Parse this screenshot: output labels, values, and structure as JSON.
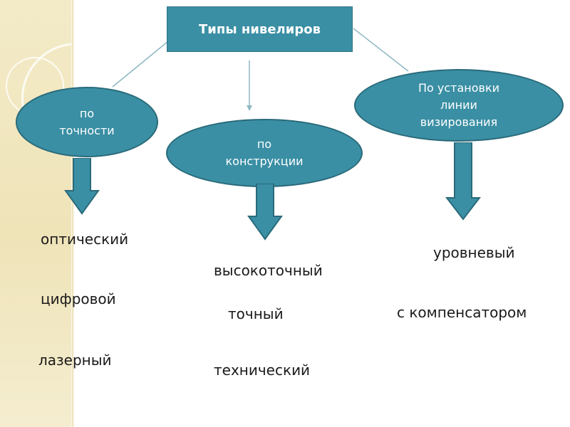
{
  "diagram": {
    "title": "Типы нивелиров",
    "branches": [
      {
        "id": "accuracy",
        "label": "по\nточности",
        "items": [
          "оптический",
          "цифровой",
          "лазерный"
        ]
      },
      {
        "id": "construction",
        "label": "по\nконструкции",
        "items": [
          "высокоточный",
          "точный",
          "технический"
        ]
      },
      {
        "id": "sight",
        "label": "По установки\nлинии\nвизирования",
        "items": [
          "уровневый",
          "с компенсатором"
        ]
      }
    ]
  },
  "colors": {
    "node_fill": "#3a8fa4",
    "node_border": "#2a6a7a",
    "connector": "#8fb8c4",
    "background_band": "#efe3b8"
  }
}
